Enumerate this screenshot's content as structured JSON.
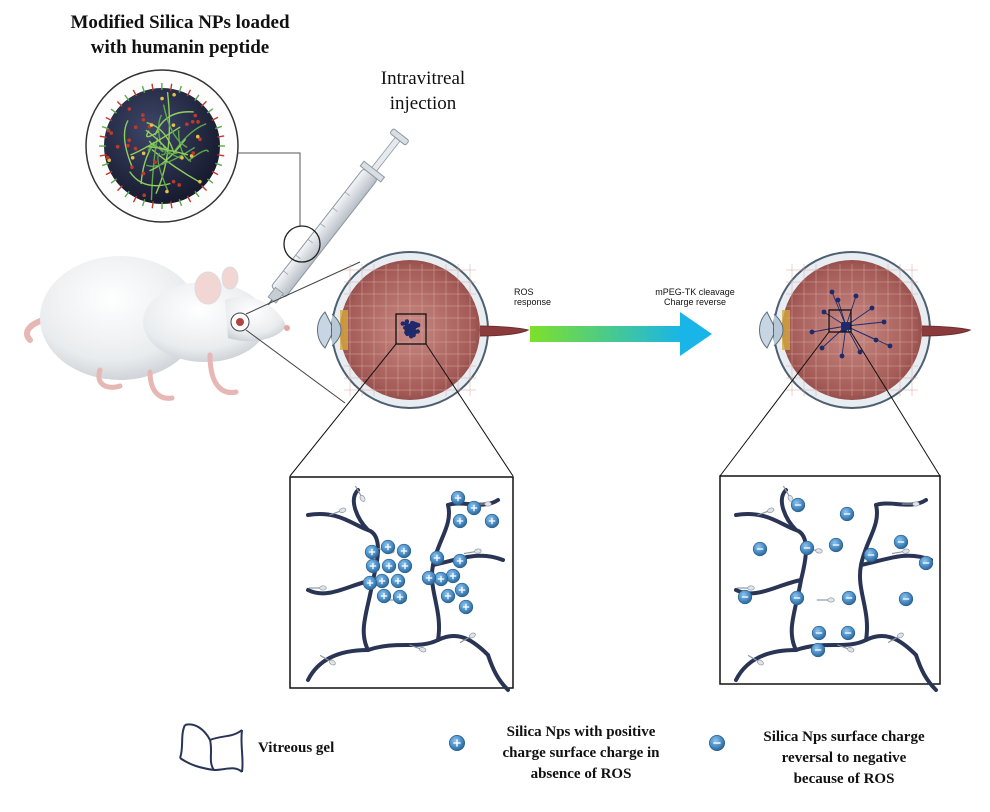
{
  "title": {
    "line1": "Modified Silica NPs loaded",
    "line2": "with humanin peptide"
  },
  "injection": {
    "line1": "Intravitreal",
    "line2": "injection"
  },
  "arrow": {
    "left_label": {
      "line1": "ROS",
      "line2": "response"
    },
    "right_label": {
      "line1": "mPEG-TK cleavage",
      "line2": "Charge reverse"
    }
  },
  "legend": {
    "vitreous": "Vitreous gel",
    "positive": {
      "line1": "Silica Nps with positive",
      "line2": "charge surface charge in",
      "line3": "absence of ROS"
    },
    "negative": {
      "line1": "Silica Nps surface charge",
      "line2": "reversal to negative",
      "line3": "because of ROS"
    }
  },
  "symbols": {
    "positive": "+",
    "negative": "−"
  },
  "colors": {
    "np_blue": "#4a8fc7",
    "fiber": "#2a3555",
    "eye_pink": "#b46f6c",
    "arrow_start": "#7ee02a",
    "arrow_end": "#19b5e8"
  },
  "icons": [
    "nanoparticle-sphere-icon",
    "syringe-icon",
    "rat-icon",
    "eye-cross-section-icon",
    "vitreous-gel-icon"
  ]
}
